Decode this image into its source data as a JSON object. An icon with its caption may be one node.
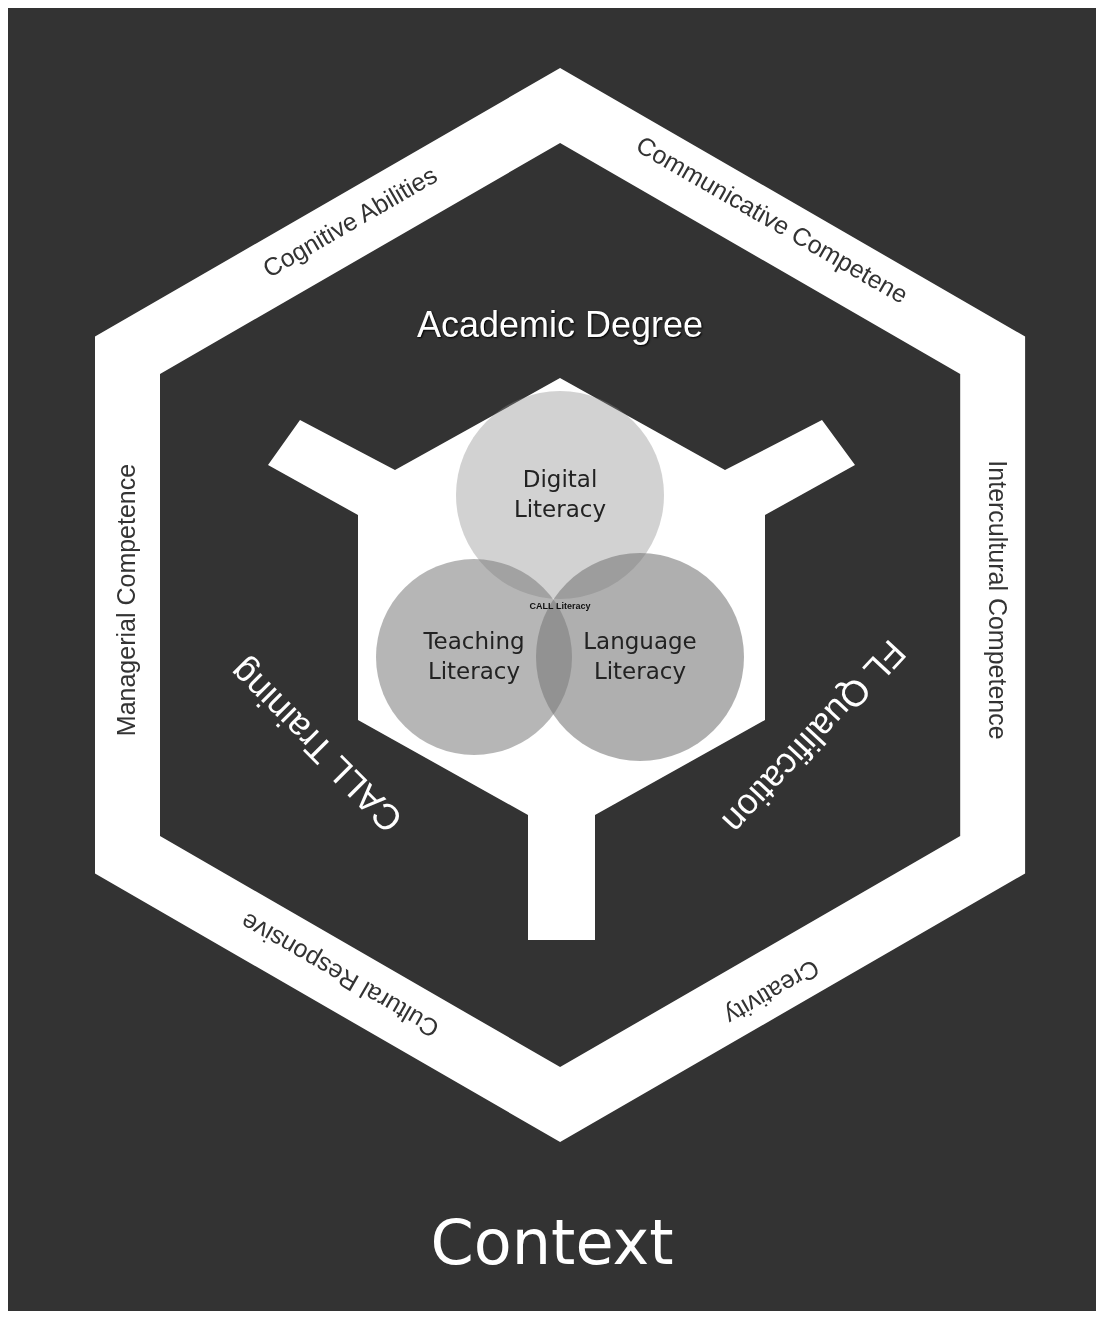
{
  "diagram": {
    "nodes": [
      {
        "text": [
          "Cognitive Abilities",
          "Communicative Competene",
          "Intercultural Competence",
          "Creativity",
          "Cultural Responsive",
          "Managerial Competence"
        ]
      },
      {
        "text": [
          "Digital Literacy"
        ],
        "in": 0
      },
      {
        "text": [
          "Teaching Literacy"
        ],
        "in": 0
      },
      {
        "text": [
          "Language Literacy"
        ],
        "in": 0
      }
    ],
    "edges": [],
    "labels": [
      "Academic Degree",
      "CALL Literacy",
      "CALL Training",
      "FL Qualification",
      "Context"
    ]
  }
}
